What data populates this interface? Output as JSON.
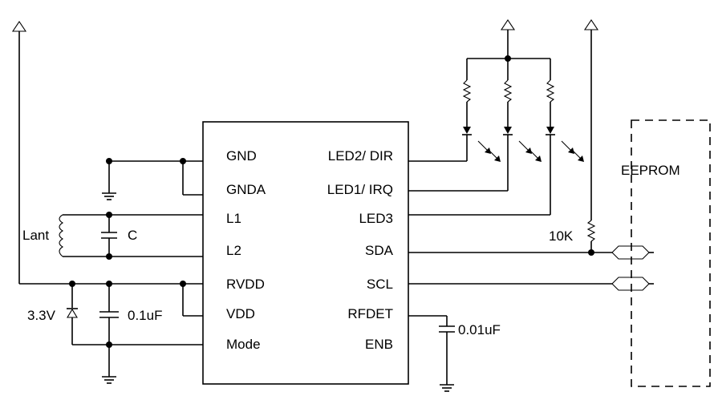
{
  "chip": {
    "left_pins": [
      "GND",
      "GNDA",
      "L1",
      "L2",
      "RVDD",
      "VDD",
      "Mode"
    ],
    "right_pins": [
      "LED2/ DIR",
      "LED1/ IRQ",
      "LED3",
      "SDA",
      "SCL",
      "RFDET",
      "ENB"
    ]
  },
  "components": {
    "antenna_label": "Lant",
    "tuning_cap_label": "C",
    "zener_label": "3.3V",
    "decoupling_cap_label": "0.1uF",
    "rfdet_cap_label": "0.01uF",
    "pullup_label": "10K",
    "eeprom_label": "EEPROM"
  },
  "colors": {
    "line": "#000000",
    "background": "#ffffff"
  }
}
